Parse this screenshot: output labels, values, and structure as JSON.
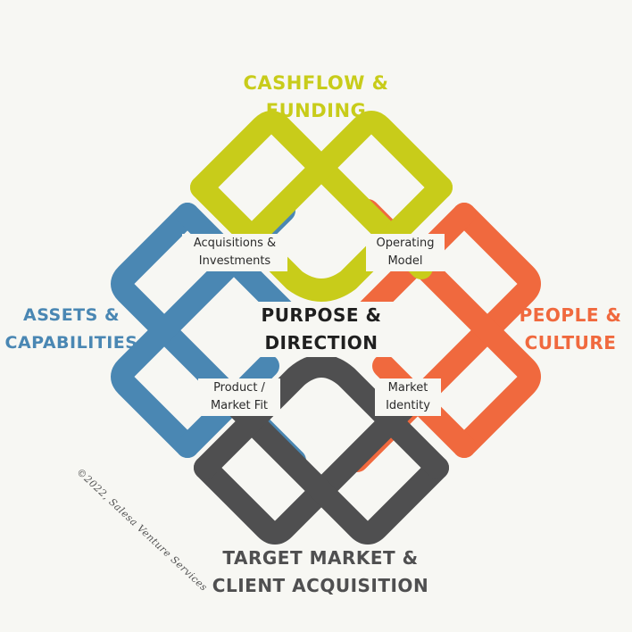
{
  "colors": {
    "cashflow": "#c8cc1a",
    "assets": "#4a87b3",
    "people": "#f0693e",
    "target": "#4f4f50",
    "center_text": "#1f1f1f",
    "background": "#f7f7f3"
  },
  "labels": {
    "cashflow": [
      "CASHFLOW &",
      "FUNDING"
    ],
    "assets": [
      "ASSETS &",
      "CAPABILITIES"
    ],
    "people": [
      "PEOPLE &",
      "CULTURE"
    ],
    "target": [
      "TARGET MARKET &",
      "CLIENT ACQUISITION"
    ],
    "center": [
      "PURPOSE &",
      "DIRECTION"
    ]
  },
  "nodes": {
    "acquisitions": [
      "Acquisitions &",
      "Investments"
    ],
    "operating": [
      "Operating",
      "Model"
    ],
    "product": [
      "Product /",
      "Market Fit"
    ],
    "market_identity": [
      "Market",
      "Identity"
    ]
  },
  "credit": "©2022, Salesa Venture Services"
}
